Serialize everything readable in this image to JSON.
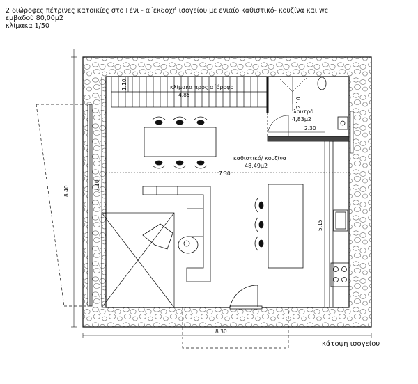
{
  "header": {
    "line1": "2 διώροφες πέτρινες κατοικίες στο Γένι  - α΄εκδοχή ισογείου με ενιαίο καθιστικό- κουζίνα και wc",
    "line2": "εμβαδού 80,00μ2",
    "line3": "κλίμακα 1/50"
  },
  "plan": {
    "stair_label": "κλίμακα προς α΄όροφο",
    "stair_width": "1.10",
    "stair_length": "4.85",
    "bath_label": "λουτρό",
    "bath_area": "4,83μ2",
    "bath_height": "2.10",
    "bath_width": "2.30",
    "living_label": "καθιστικό/ κουζίνα",
    "living_area": "48,49μ2",
    "inner_width": "7.30",
    "inner_height_left": "7.10",
    "kitchen_length": "5.15",
    "outer_height": "8.40",
    "outer_width": "8.30"
  },
  "caption": "κάτοψη ισογείου"
}
